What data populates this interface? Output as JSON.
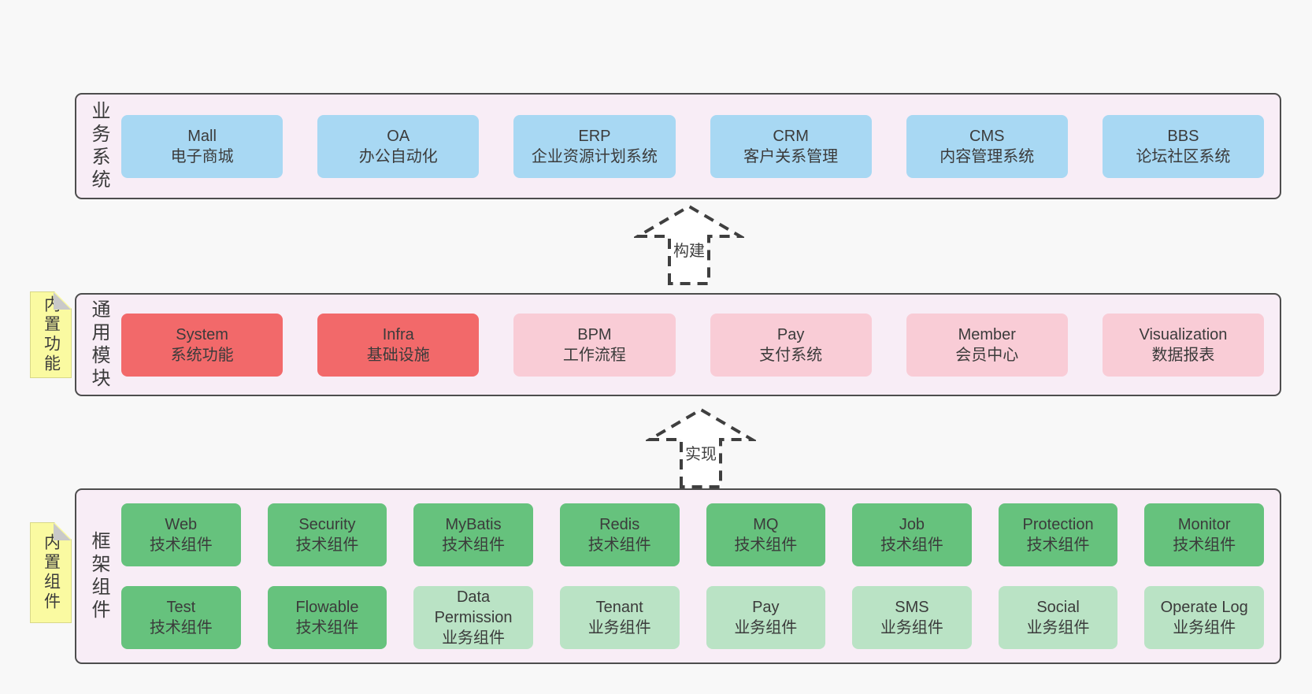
{
  "palette": {
    "page_bg": "#f8f8f8",
    "container_bg": "#f8edf6",
    "container_border": "#4d4d4d",
    "blue": "#a8d8f3",
    "red": "#f2696a",
    "pink": "#f9ccd6",
    "green": "#66c27d",
    "light_green": "#bae3c5",
    "yellow": "#fafaa1",
    "fold_gray": "#c9c9c9",
    "text": "#3b3b3b",
    "arrow": "#3f3f3f"
  },
  "arrows": {
    "build": "构建",
    "implement": "实现"
  },
  "business": {
    "label": "业务系统",
    "boxes": [
      {
        "name": "Mall",
        "desc": "电子商城"
      },
      {
        "name": "OA",
        "desc": "办公自动化"
      },
      {
        "name": "ERP",
        "desc": "企业资源计划系统"
      },
      {
        "name": "CRM",
        "desc": "客户关系管理"
      },
      {
        "name": "CMS",
        "desc": "内容管理系统"
      },
      {
        "name": "BBS",
        "desc": "论坛社区系统"
      }
    ]
  },
  "modules": {
    "label": "通用模块",
    "note": "内置功能",
    "boxes": [
      {
        "name": "System",
        "desc": "系统功能"
      },
      {
        "name": "Infra",
        "desc": "基础设施"
      },
      {
        "name": "BPM",
        "desc": "工作流程"
      },
      {
        "name": "Pay",
        "desc": "支付系统"
      },
      {
        "name": "Member",
        "desc": "会员中心"
      },
      {
        "name": "Visualization",
        "desc": "数据报表"
      }
    ]
  },
  "components": {
    "label": "框架组件",
    "note": "内置组件",
    "row1": [
      {
        "name": "Web",
        "desc": "技术组件"
      },
      {
        "name": "Security",
        "desc": "技术组件"
      },
      {
        "name": "MyBatis",
        "desc": "技术组件"
      },
      {
        "name": "Redis",
        "desc": "技术组件"
      },
      {
        "name": "MQ",
        "desc": "技术组件"
      },
      {
        "name": "Job",
        "desc": "技术组件"
      },
      {
        "name": "Protection",
        "desc": "技术组件"
      },
      {
        "name": "Monitor",
        "desc": "技术组件"
      }
    ],
    "row2": [
      {
        "name": "Test",
        "desc": "技术组件"
      },
      {
        "name": "Flowable",
        "desc": "技术组件"
      },
      {
        "name": "Data Permission",
        "desc": "业务组件"
      },
      {
        "name": "Tenant",
        "desc": "业务组件"
      },
      {
        "name": "Pay",
        "desc": "业务组件"
      },
      {
        "name": "SMS",
        "desc": "业务组件"
      },
      {
        "name": "Social",
        "desc": "业务组件"
      },
      {
        "name": "Operate Log",
        "desc": "业务组件"
      }
    ]
  }
}
